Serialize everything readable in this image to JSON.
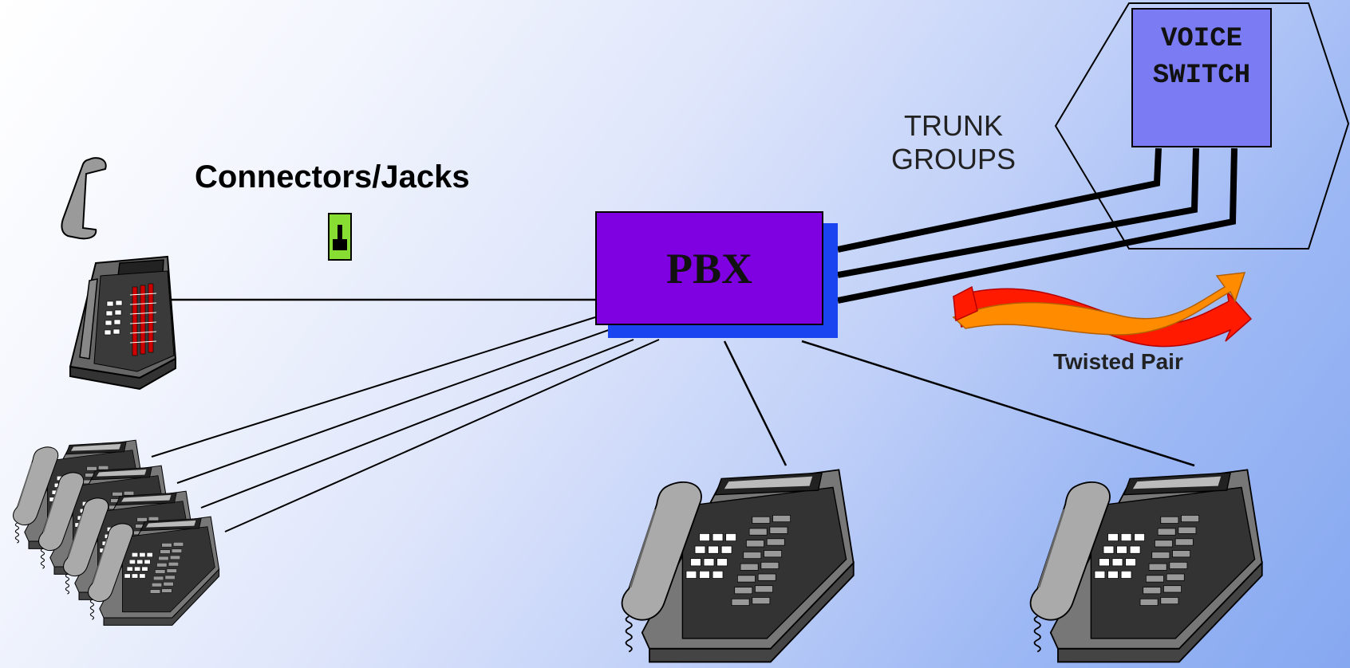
{
  "labels": {
    "connectors": "Connectors/Jacks",
    "trunk_line1": "TRUNK",
    "trunk_line2": "GROUPS",
    "twisted_pair": "Twisted Pair"
  },
  "pbx": {
    "label": "PBX",
    "color": "#7f00e0",
    "shadow_color": "#1a44f0"
  },
  "voice_switch": {
    "line1": "VOICE",
    "line2": "SWITCH",
    "color": "#7b7bf4"
  },
  "twisted_pair_colors": {
    "strand_a": "#ff8a00",
    "strand_b": "#ff1200"
  },
  "jack_color": "#88dd33"
}
